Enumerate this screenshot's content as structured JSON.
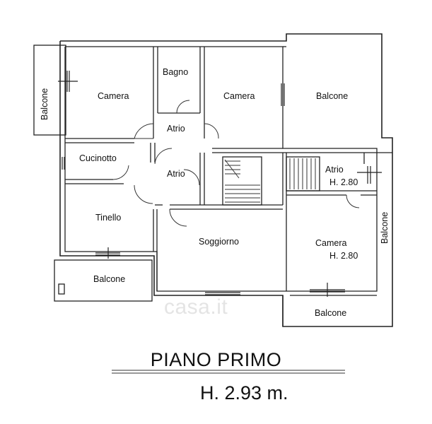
{
  "rooms": {
    "balcone_left": "Balcone",
    "camera_left": "Camera",
    "bagno": "Bagno",
    "camera_mid": "Camera",
    "balcone_top_right": "Balcone",
    "atrio_top": "Atrio",
    "cucinotto": "Cucinotto",
    "atrio_mid": "Atrio",
    "atrio_right": "Atrio",
    "atrio_right_height": "H. 2.80",
    "tinello": "Tinello",
    "soggiorno": "Soggiorno",
    "camera_right": "Camera",
    "camera_right_height": "H. 2.80",
    "balcone_right_side": "Balcone",
    "balcone_bottom_left": "Balcone",
    "balcone_bottom_right": "Balcone"
  },
  "title": "PIANO PRIMO",
  "ceiling_height": "H. 2.93 m.",
  "watermark": "casa.it"
}
